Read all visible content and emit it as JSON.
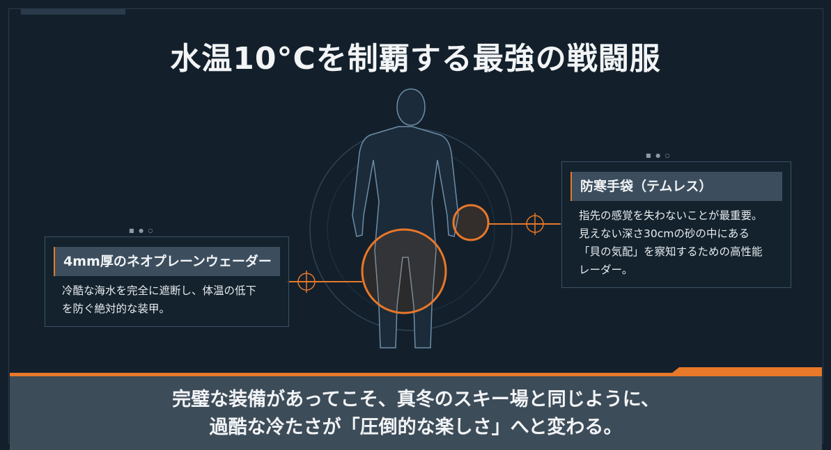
{
  "title": "水温10°Cを制覇する最強の戦闘服",
  "left_panel": {
    "heading": "4mm厚のネオプレーンウェーダー",
    "body": [
      "冷酷な海水を完全に遮断し、体温の低下",
      "を防ぐ絶対的な装甲。"
    ]
  },
  "right_panel": {
    "heading": "防寒手袋（テムレス）",
    "body": [
      "指先の感覚を失わないことが最重要。",
      "見えない深さ30cmの砂の中にある",
      "「貝の気配」を察知するための高性能",
      "レーダー。"
    ]
  },
  "footer": {
    "line1": "完璧な装備があってこそ、真冬のスキー場と同じように、",
    "line2": "過酷な冷たさが「圧倒的な楽しさ」へと変わる。"
  },
  "colors": {
    "accent": "#e8782a",
    "bg": "#13202c"
  }
}
